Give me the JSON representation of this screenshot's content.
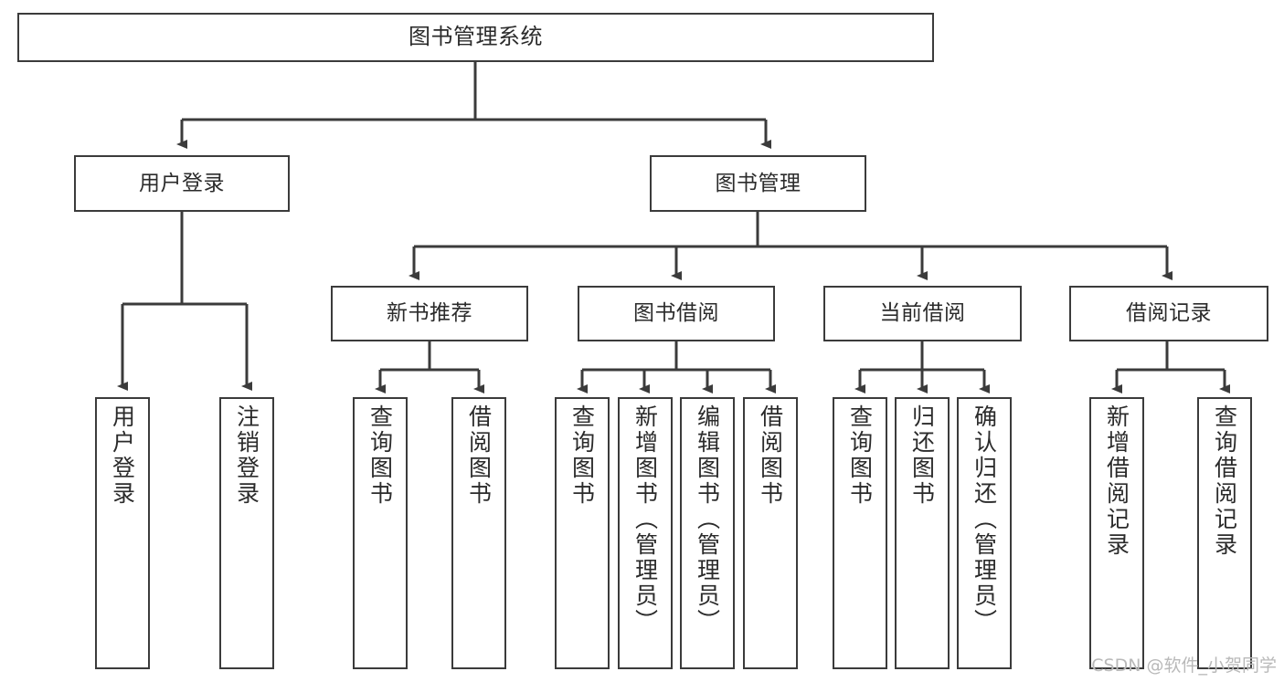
{
  "diagram": {
    "type": "tree",
    "title": "图书管理系统",
    "watermark": "CSDN @软件_小贺同学",
    "colors": {
      "box_border": "#3b3b3b",
      "box_fill": "#ffffff",
      "connector": "#3b3b3b",
      "text": "#2b2b2b",
      "watermark": "#b9b9b9",
      "background": "#ffffff"
    },
    "levels": {
      "root": {
        "label": "图书管理系统"
      },
      "level2": [
        {
          "label": "用户登录"
        },
        {
          "label": "图书管理"
        }
      ],
      "level3": [
        {
          "label": "新书推荐"
        },
        {
          "label": "图书借阅"
        },
        {
          "label": "当前借阅"
        },
        {
          "label": "借阅记录"
        }
      ],
      "leaves": {
        "user_login": [
          {
            "label": "用户登录"
          },
          {
            "label": "注销登录"
          }
        ],
        "new_book": [
          {
            "label": "查询图书"
          },
          {
            "label": "借阅图书"
          }
        ],
        "book_borrow": [
          {
            "label": "查询图书"
          },
          {
            "label": "新增图书（管理员）"
          },
          {
            "label": "编辑图书（管理员）"
          },
          {
            "label": "借阅图书"
          }
        ],
        "current_borrow": [
          {
            "label": "查询图书"
          },
          {
            "label": "归还图书"
          },
          {
            "label": "确认归还（管理员）"
          }
        ],
        "borrow_record": [
          {
            "label": "新增借阅记录"
          },
          {
            "label": "查询借阅记录"
          }
        ]
      }
    }
  }
}
